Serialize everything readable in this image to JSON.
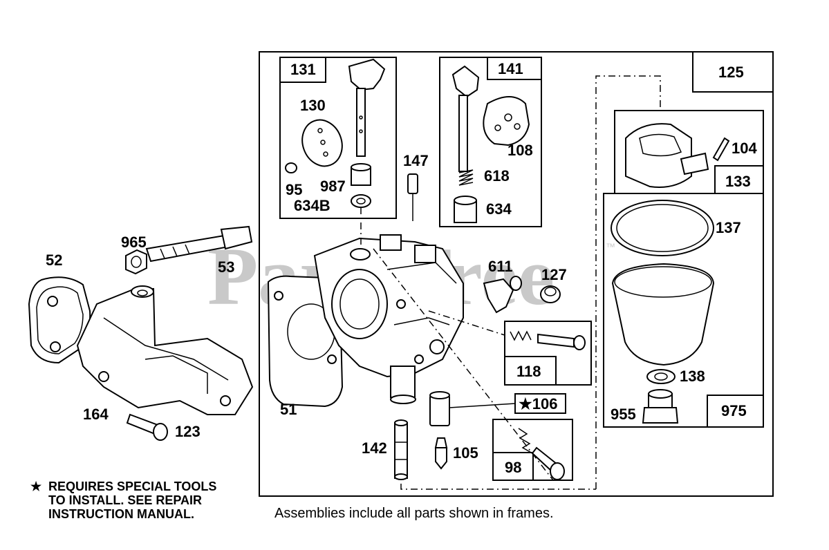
{
  "watermark": "PartsTree",
  "trademark": "™",
  "labels": {
    "l52": "52",
    "l965": "965",
    "l53": "53",
    "l164": "164",
    "l123": "123",
    "l51": "51",
    "l142": "142",
    "l105": "105",
    "l131": "131",
    "l130": "130",
    "l95": "95",
    "l987": "987",
    "l634B": "634B",
    "l147": "147",
    "l141": "141",
    "l108": "108",
    "l618": "618",
    "l634": "634",
    "l611": "611",
    "l127": "127",
    "l118": "118",
    "l106": "★106",
    "l98": "98",
    "l125": "125",
    "l104": "104",
    "l133": "133",
    "l137": "137",
    "l138": "138",
    "l955": "955",
    "l975": "975"
  },
  "note": {
    "star": "★",
    "line1": "REQUIRES SPECIAL TOOLS",
    "line2": "TO INSTALL.  SEE REPAIR",
    "line3": "INSTRUCTION MANUAL."
  },
  "caption": "Assemblies include all parts shown in frames."
}
